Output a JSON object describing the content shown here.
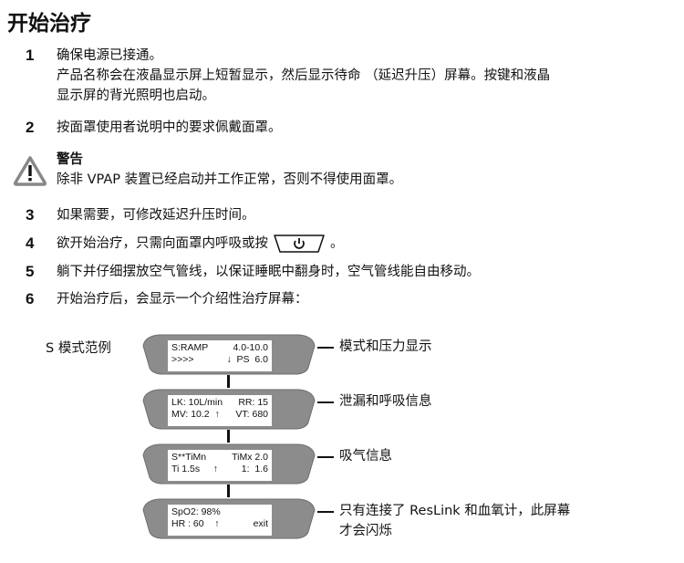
{
  "title": "开始治疗",
  "steps": [
    {
      "num": "1",
      "lines": [
        "确保电源已接通。",
        "产品名称会在液晶显示屏上短暂显示，然后显示待命 （延迟升压）屏幕。按键和液晶",
        "显示屏的背光照明也启动。"
      ]
    },
    {
      "num": "2",
      "lines": [
        "按面罩使用者说明中的要求佩戴面罩。"
      ]
    },
    {
      "num": "3",
      "lines": [
        "如果需要，可修改延迟升压时间。"
      ]
    },
    {
      "num": "4",
      "before": "欲开始治疗，只需向面罩内呼吸或按",
      "after": "。"
    },
    {
      "num": "5",
      "lines": [
        "躺下并仔细摆放空气管线，以保证睡眠中翻身时，空气管线能自由移动。"
      ]
    },
    {
      "num": "6",
      "lines": [
        "开始治疗后，会显示一个介绍性治疗屏幕："
      ]
    }
  ],
  "warning": {
    "title": "警告",
    "text": "除非 VPAP 装置已经启动并工作正常，否则不得使用面罩。"
  },
  "diagram": {
    "caption": "S 模式范例",
    "screens": [
      {
        "r1": [
          "S:RAMP",
          "4.0-10.0"
        ],
        "r2": [
          ">>>>",
          "↓  PS  6.0"
        ],
        "label": [
          "模式和压力显示"
        ]
      },
      {
        "r1": [
          "LK: 10L/min",
          "RR: 15"
        ],
        "r2": [
          "MV: 10.2  ↑",
          "VT: 680"
        ],
        "label": [
          "泄漏和呼吸信息"
        ]
      },
      {
        "r1": [
          "S**TiMn",
          "TiMx 2.0"
        ],
        "r2": [
          "Ti 1.5s     ↑",
          "1:  1.6"
        ],
        "label": [
          "吸气信息"
        ]
      },
      {
        "r1": [
          "SpO2: 98%",
          ""
        ],
        "r2": [
          "HR : 60    ↑",
          "exit"
        ],
        "label": [
          "只有连接了 ResLink 和血氧计，此屏幕",
          "才会闪烁"
        ]
      }
    ]
  }
}
